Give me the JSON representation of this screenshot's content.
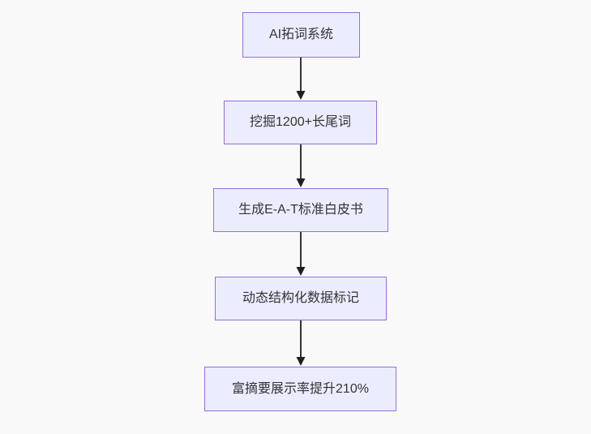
{
  "diagram": {
    "type": "flowchart",
    "direction": "top-down",
    "nodes": [
      {
        "id": "n1",
        "label": "AI拓词系统"
      },
      {
        "id": "n2",
        "label": "挖掘1200+长尾词"
      },
      {
        "id": "n3",
        "label": "生成E-A-T标准白皮书"
      },
      {
        "id": "n4",
        "label": "动态结构化数据标记"
      },
      {
        "id": "n5",
        "label": "富摘要展示率提升210%"
      }
    ],
    "edges": [
      {
        "from": "n1",
        "to": "n2"
      },
      {
        "from": "n2",
        "to": "n3"
      },
      {
        "from": "n3",
        "to": "n4"
      },
      {
        "from": "n4",
        "to": "n5"
      }
    ],
    "colors": {
      "node_fill": "#ECECFF",
      "node_border": "#9370DB",
      "edge_line": "#333333",
      "arrowhead": "#1f1f1f",
      "background": "#F9F9F9",
      "text": "#333333"
    }
  }
}
